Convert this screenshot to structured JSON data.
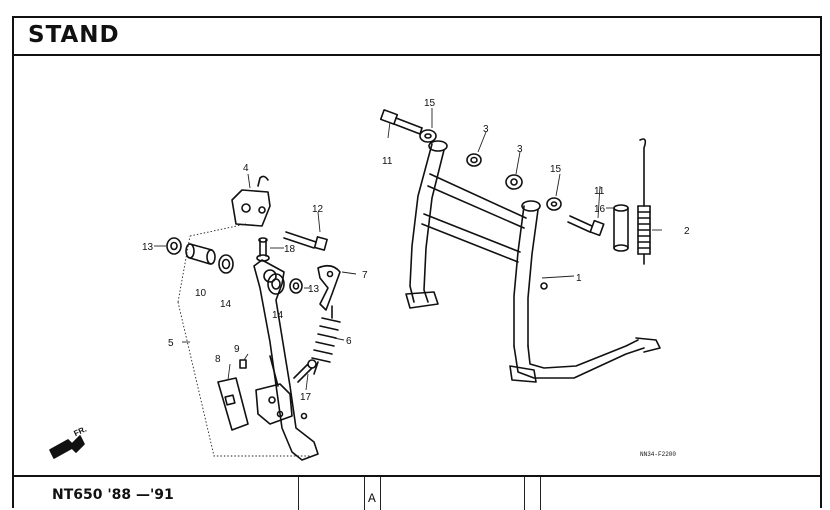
{
  "header": {
    "title": "STAND"
  },
  "footer": {
    "model": "NT650 '88 —'91",
    "cell_letter": "A"
  },
  "diagram": {
    "ref_code": "NN34-F2200",
    "direction_label": "FR.",
    "callouts": [
      "1",
      "2",
      "3",
      "3",
      "4",
      "5",
      "6",
      "7",
      "8",
      "9",
      "10",
      "11",
      "11",
      "12",
      "13",
      "13",
      "14",
      "14",
      "15",
      "15",
      "16",
      "17",
      "18"
    ]
  }
}
